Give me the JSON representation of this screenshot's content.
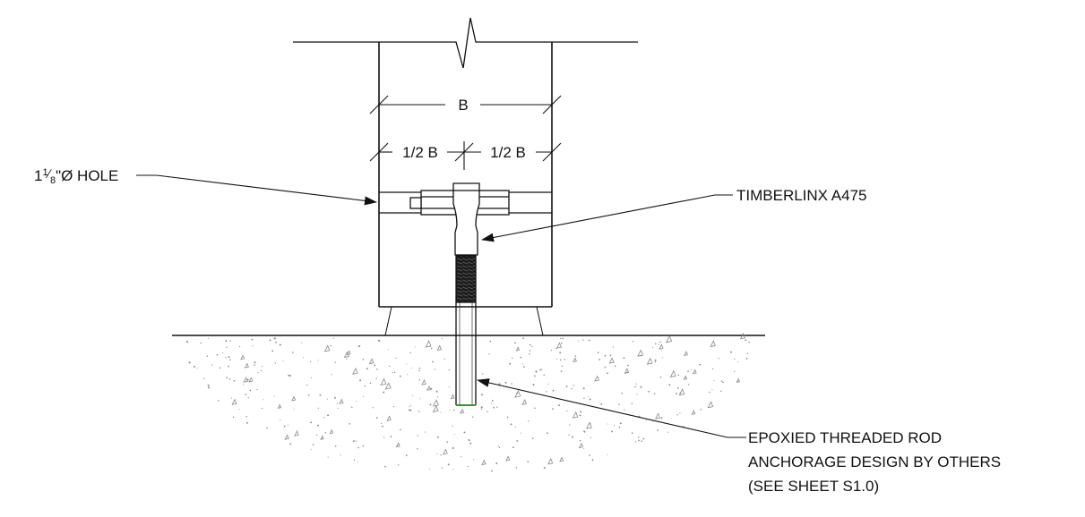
{
  "dimensions": {
    "full_width": "B",
    "half_left": "1/2 B",
    "half_right": "1/2 B"
  },
  "callouts": {
    "hole": {
      "prefix": "1",
      "frac_num": "1",
      "frac_den": "8",
      "suffix": "\"Ø HOLE"
    },
    "connector": "TIMBERLINX A475",
    "rod_line1": "EPOXIED THREADED ROD",
    "rod_line2": "ANCHORAGE DESIGN BY OTHERS",
    "rod_line3": "(SEE SHEET S1.0)"
  },
  "colors": {
    "line": "#111111",
    "rod_tip": "#2e9b2e",
    "concrete_speckle": "#888888"
  }
}
